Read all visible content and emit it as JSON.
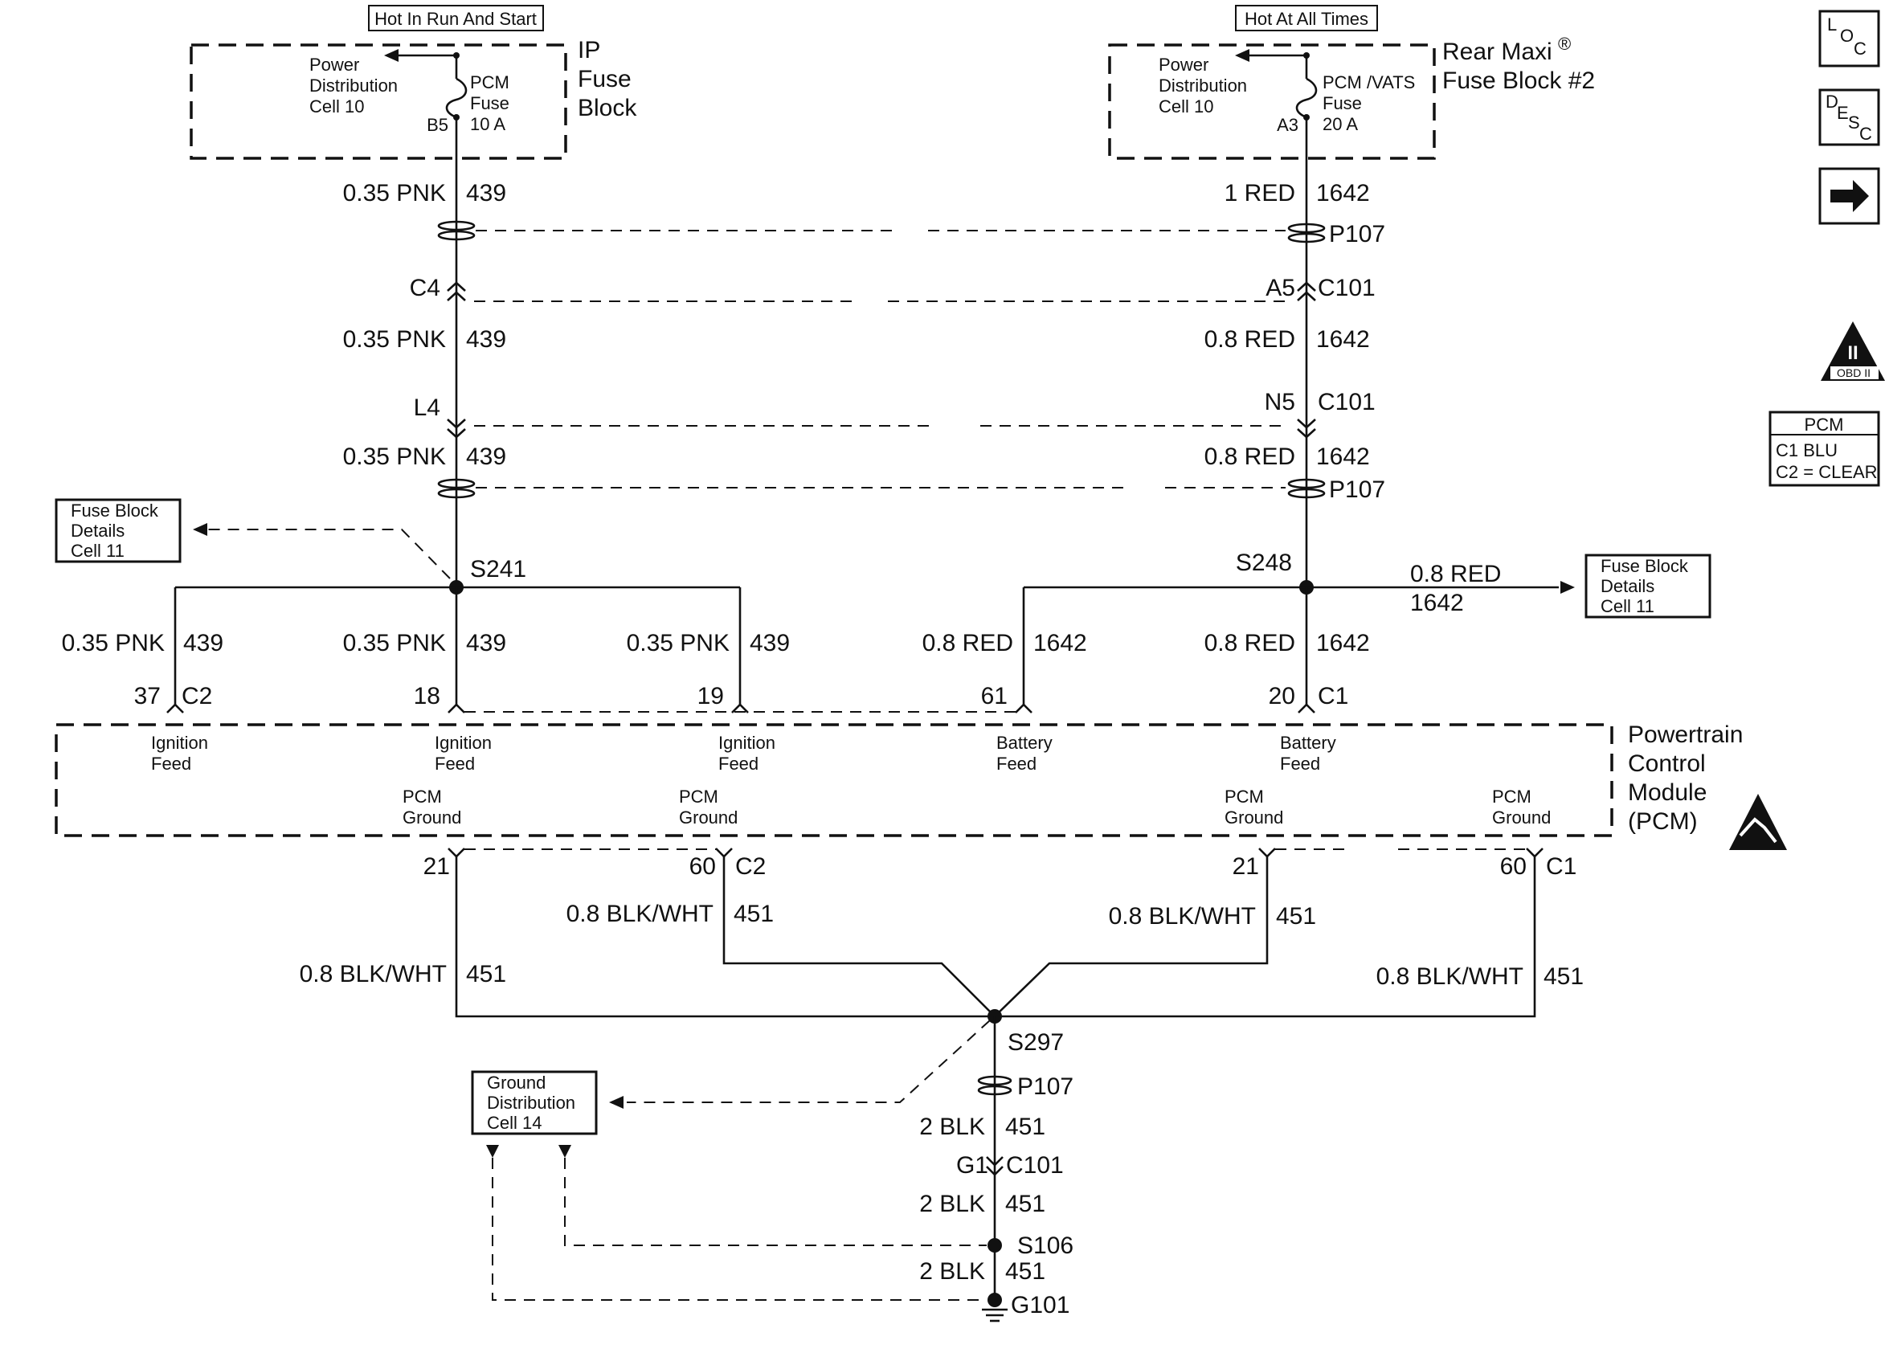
{
  "header": {
    "hot_run_start": "Hot In Run And Start",
    "hot_all_times": "Hot At All Times"
  },
  "ip_fuse_block": {
    "title_lines": [
      "IP",
      "Fuse",
      "Block"
    ],
    "pd_lines": [
      "Power",
      "Distribution",
      "Cell 10"
    ],
    "fuse_lines": [
      "PCM",
      "Fuse",
      "10 A"
    ],
    "pin": "B5"
  },
  "rear_maxi": {
    "title_line1": "Rear Maxi",
    "registered": "®",
    "title_line2": "Fuse Block #2",
    "pd_lines": [
      "Power",
      "Distribution",
      "Cell 10"
    ],
    "fuse_lines": [
      "PCM /VATS",
      "Fuse",
      "20 A"
    ],
    "pin": "A3"
  },
  "wires": {
    "pnk_gauge": "0.35 PNK",
    "pnk_circuit": "439",
    "red_gauge_1": "1 RED",
    "red_gauge": "0.8 RED",
    "red_circuit": "1642",
    "gnd_gauge": "0.8 BLK/WHT",
    "gnd_circuit": "451",
    "blk_gauge": "2 BLK",
    "blk_circuit": "451"
  },
  "connectors": {
    "p107": "P107",
    "c101": "C101",
    "c4": "C4",
    "a5": "A5",
    "l4": "L4",
    "n5": "N5",
    "c1": "C1",
    "c2": "C2",
    "g1": "G1"
  },
  "splices": {
    "s241": "S241",
    "s248": "S248",
    "s297": "S297",
    "s106": "S106",
    "g101": "G101"
  },
  "refs": {
    "fuse_block_details": [
      "Fuse Block",
      "Details",
      "Cell 11"
    ],
    "ground_distribution": [
      "Ground",
      "Distribution",
      "Cell 14"
    ]
  },
  "pcm": {
    "title_lines": [
      "Powertrain",
      "Control",
      "Module",
      "(PCM)"
    ],
    "ignition_feed": [
      "Ignition",
      "Feed"
    ],
    "battery_feed": [
      "Battery",
      "Feed"
    ],
    "pcm_ground": [
      "PCM",
      "Ground"
    ],
    "pins_top": [
      "37",
      "18",
      "19",
      "61",
      "20"
    ],
    "pins_bottom": [
      "21",
      "60",
      "21",
      "60"
    ]
  },
  "sidebar": {
    "loc_letters": [
      "L",
      "O",
      "C"
    ],
    "desc_letters": [
      "D",
      "E",
      "S",
      "C"
    ],
    "obd_roman": "II",
    "obd_label": "OBD II",
    "legend_title": "PCM",
    "legend_c1": "C1   BLU",
    "legend_c2": "C2 = CLEAR"
  }
}
